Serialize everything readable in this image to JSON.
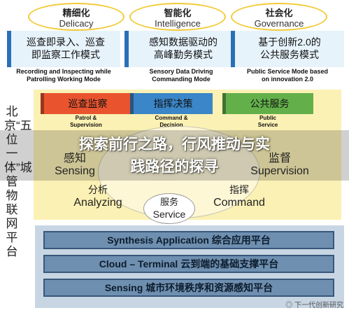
{
  "ovals": [
    {
      "zh": "精细化",
      "en": "Delicacy"
    },
    {
      "zh": "智能化",
      "en": "Intelligence"
    },
    {
      "zh": "社会化",
      "en": "Governance"
    }
  ],
  "top_panels": [
    {
      "line1": "巡查即录入、巡查",
      "line2": "即监察工作模式",
      "sub1": "Recording and Inspecting while",
      "sub2": "Patrolling Working Mode"
    },
    {
      "line1": "感知数据驱动的",
      "line2": "高峰勤务模式",
      "sub1": "Sensory Data Driving",
      "sub2": "Commanding Mode"
    },
    {
      "line1": "基于创新2.0的",
      "line2": "公共服务模式",
      "sub1": "Public Service Mode based",
      "sub2": "on innovation 2.0"
    }
  ],
  "tabs": [
    {
      "zh": "巡查监察",
      "en1": "Patrol &",
      "en2": "Supervision",
      "color": "#e9542f"
    },
    {
      "zh": "指挥决策",
      "en1": "Command &",
      "en2": "Decision",
      "color": "#3a86c8"
    },
    {
      "zh": "公共服务",
      "en1": "Public",
      "en2": "Service",
      "color": "#63b04a"
    }
  ],
  "middle": {
    "perception_zh": "感知",
    "perception_en": "Sensing",
    "supervision_zh": "监督",
    "supervision_en": "Supervision",
    "analyzing_zh": "分析",
    "analyzing_en": "Analyzing",
    "service_zh": "服务",
    "service_en": "Service",
    "command_zh": "指挥",
    "command_en": "Command"
  },
  "platforms": [
    "Synthesis Application 综合应用平台",
    "Cloud – Terminal 云到端的基础支撑平台",
    "Sensing 城市环境秩序和资源感知平台"
  ],
  "side_text": "北京“五位一体”城管物联网平台",
  "banner": {
    "line1": "探索前行之路，行风推动与实",
    "line2": "践路径的探寻"
  },
  "watermark": "下一代创新研究",
  "colors": {
    "oval_border": "#f3ca36",
    "panel_accent": "#2a6fb8",
    "yellow_panel": "#fbf1b4",
    "platform": "#6e8fb0"
  }
}
